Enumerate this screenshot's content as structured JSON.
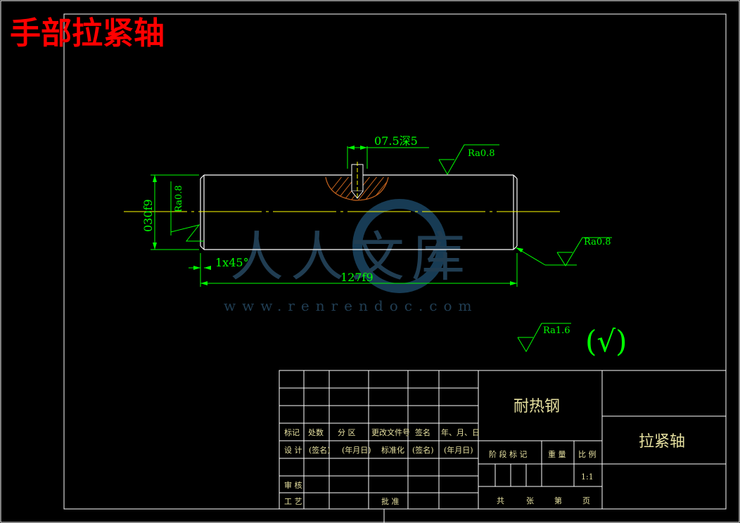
{
  "page_title": "手部拉紧轴",
  "dimensions": {
    "hole": "07.5深5",
    "diameter": "030f9",
    "chamfer": "1x45°",
    "length": "127f9"
  },
  "roughness": {
    "top": "Ra0.8",
    "left": "Ra0.8",
    "right": "Ra0.8",
    "general": "Ra1.6",
    "check_mark": "(√)"
  },
  "watermark": {
    "main": "人人文库",
    "url": "www.renrendoc.com"
  },
  "title_block": {
    "material": "耐热钢",
    "part_name": "拉紧轴",
    "headers": [
      "标记",
      "处数",
      "分 区",
      "更改文件号",
      "签名",
      "年、月、日"
    ],
    "design_label": "设 计",
    "sign1": "(签名)",
    "date1": "(年月日)",
    "standardize": "标准化",
    "sign2": "(签名)",
    "date2": "(年月日)",
    "review": "审 核",
    "process": "工 艺",
    "approve": "批 准",
    "stage_mark": "阶 段 标 记",
    "weight": "重 量",
    "scale_label": "比 例",
    "scale_value": "1:1",
    "total": "共",
    "sheets": "张",
    "sheet_no": "第",
    "page": "页"
  },
  "colors": {
    "dimension": "#00ff00",
    "outline": "#ffffff",
    "centerline": "#ffff00",
    "title": "#ff0000",
    "hatch": "#c8641e",
    "tb_text": "#e6e0a0"
  }
}
